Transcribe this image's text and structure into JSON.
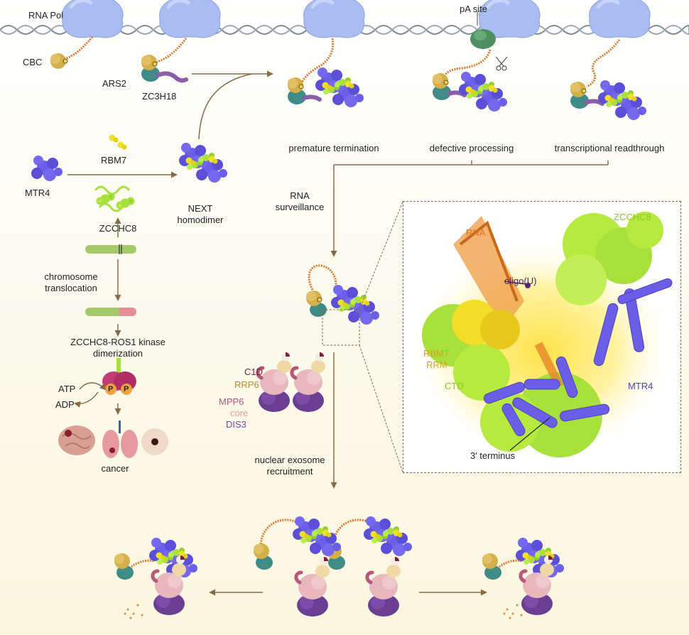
{
  "labels": {
    "rna_pol": "RNA Pol",
    "pa_site": "pA site",
    "cbc": "CBC",
    "ars2": "ARS2",
    "zc3h18": "ZC3H18",
    "rbm7": "RBM7",
    "mtr4": "MTR4",
    "zcchc8": "ZCCHC8",
    "next_line1": "NEXT",
    "next_line2": "homodimer",
    "premature": "premature termination",
    "defective": "defective processing",
    "readthrough": "transcriptional readthrough",
    "surveillance_line1": "RNA",
    "surveillance_line2": "surveillance",
    "chromosome_line1": "chromosome",
    "chromosome_line2": "translocation",
    "fusion_line1": "ZCCHC8-ROS1 kinase",
    "fusion_line2": "dimerization",
    "atp": "ATP",
    "adp": "ADP",
    "p": "P",
    "cancer": "cancer",
    "c1d": "C1D",
    "rrp6": "RRP6",
    "mpp6": "MPP6",
    "core": "core",
    "dis3": "DIS3",
    "recruitment_line1": "nuclear exosome",
    "recruitment_line2": "recruitment"
  },
  "structure_panel": {
    "rna": "RNA",
    "zcchc8": "ZCCHC8",
    "oligo_u": "oligo(U)",
    "rbm7_line1": "RBM7",
    "rbm7_line2": "RRM",
    "ctd": "CTD",
    "mtr4": "MTR4",
    "terminus": "3′ terminus"
  },
  "colors": {
    "pol": "#a9bdf2",
    "dna": "#7a8ea0",
    "rna": "#e0762e",
    "cbc": "#d4b04a",
    "ars2": "#3f8b85",
    "zc3h18": "#8a5ea8",
    "mtr4": "#6a5fe6",
    "zcchc8": "#a8e03c",
    "rbm7": "#f0e02a",
    "arrow": "#8a6a44",
    "exo_core": "#e7b7bc",
    "exo_dis3": "#6a3e93",
    "exo_rrp6": "#efd9a4"
  }
}
